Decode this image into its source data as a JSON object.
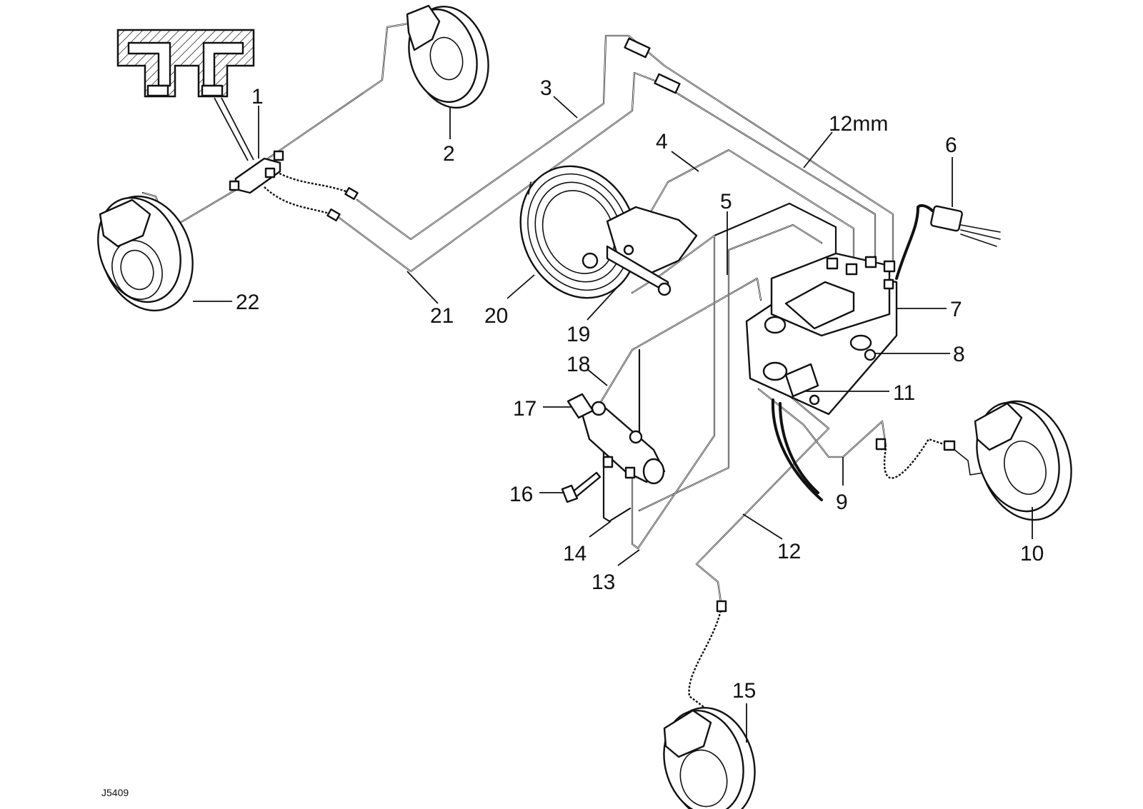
{
  "figure_ref": "J5409",
  "unit_note": "12mm",
  "callouts": {
    "c1": "1",
    "c2": "2",
    "c3": "3",
    "c4": "4",
    "c5": "5",
    "c6": "6",
    "c7": "7",
    "c8": "8",
    "c9": "9",
    "c10": "10",
    "c11": "11",
    "c12": "12",
    "c13": "13",
    "c14": "14",
    "c15": "15",
    "c16": "16",
    "c17": "17",
    "c18": "18",
    "c19": "19",
    "c20": "20",
    "c21": "21",
    "c22": "22"
  }
}
